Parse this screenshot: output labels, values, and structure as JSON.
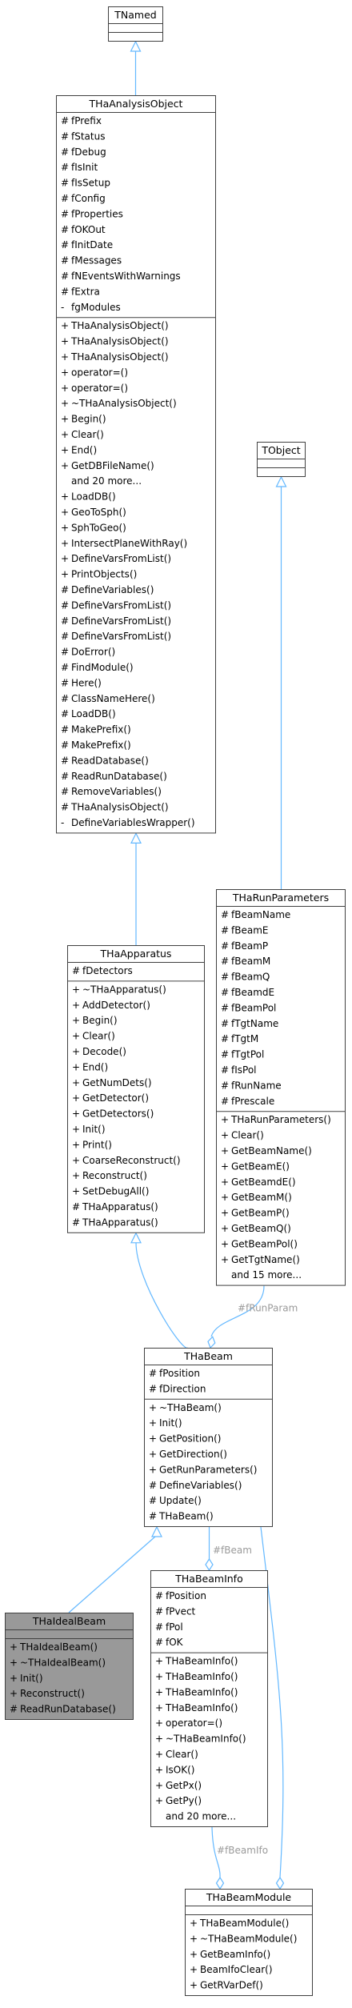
{
  "classes": {
    "tnamed": {
      "title": "TNamed",
      "attrs": [],
      "methods": []
    },
    "thaanalysisobject": {
      "title": "THaAnalysisObject",
      "attrs": [
        {
          "v": "#",
          "n": "fPrefix"
        },
        {
          "v": "#",
          "n": "fStatus"
        },
        {
          "v": "#",
          "n": "fDebug"
        },
        {
          "v": "#",
          "n": "fIsInit"
        },
        {
          "v": "#",
          "n": "fIsSetup"
        },
        {
          "v": "#",
          "n": "fConfig"
        },
        {
          "v": "#",
          "n": "fProperties"
        },
        {
          "v": "#",
          "n": "fOKOut"
        },
        {
          "v": "#",
          "n": "fInitDate"
        },
        {
          "v": "#",
          "n": "fMessages"
        },
        {
          "v": "#",
          "n": "fNEventsWithWarnings"
        },
        {
          "v": "#",
          "n": "fExtra"
        },
        {
          "v": "-",
          "n": "fgModules"
        }
      ],
      "methods": [
        {
          "v": "+",
          "n": "THaAnalysisObject()"
        },
        {
          "v": "+",
          "n": "THaAnalysisObject()"
        },
        {
          "v": "+",
          "n": "THaAnalysisObject()"
        },
        {
          "v": "+",
          "n": "operator=()"
        },
        {
          "v": "+",
          "n": "operator=()"
        },
        {
          "v": "+",
          "n": "~THaAnalysisObject()"
        },
        {
          "v": "+",
          "n": "Begin()"
        },
        {
          "v": "+",
          "n": "Clear()"
        },
        {
          "v": "+",
          "n": "End()"
        },
        {
          "v": "+",
          "n": "GetDBFileName()"
        },
        {
          "v": "",
          "n": "and 20 more..."
        },
        {
          "v": "+",
          "n": "LoadDB()"
        },
        {
          "v": "+",
          "n": "GeoToSph()"
        },
        {
          "v": "+",
          "n": "SphToGeo()"
        },
        {
          "v": "+",
          "n": "IntersectPlaneWithRay()"
        },
        {
          "v": "+",
          "n": "DefineVarsFromList()"
        },
        {
          "v": "+",
          "n": "PrintObjects()"
        },
        {
          "v": "#",
          "n": "DefineVariables()"
        },
        {
          "v": "#",
          "n": "DefineVarsFromList()"
        },
        {
          "v": "#",
          "n": "DefineVarsFromList()"
        },
        {
          "v": "#",
          "n": "DefineVarsFromList()"
        },
        {
          "v": "#",
          "n": "DoError()"
        },
        {
          "v": "#",
          "n": "FindModule()"
        },
        {
          "v": "#",
          "n": "Here()"
        },
        {
          "v": "#",
          "n": "ClassNameHere()"
        },
        {
          "v": "#",
          "n": "LoadDB()"
        },
        {
          "v": "#",
          "n": "MakePrefix()"
        },
        {
          "v": "#",
          "n": "MakePrefix()"
        },
        {
          "v": "#",
          "n": "ReadDatabase()"
        },
        {
          "v": "#",
          "n": "ReadRunDatabase()"
        },
        {
          "v": "#",
          "n": "RemoveVariables()"
        },
        {
          "v": "#",
          "n": "THaAnalysisObject()"
        },
        {
          "v": "-",
          "n": "DefineVariablesWrapper()"
        }
      ]
    },
    "tobject": {
      "title": "TObject",
      "attrs": [],
      "methods": []
    },
    "thaapparatus": {
      "title": "THaApparatus",
      "attrs": [
        {
          "v": "#",
          "n": "fDetectors"
        }
      ],
      "methods": [
        {
          "v": "+",
          "n": "~THaApparatus()"
        },
        {
          "v": "+",
          "n": "AddDetector()"
        },
        {
          "v": "+",
          "n": "Begin()"
        },
        {
          "v": "+",
          "n": "Clear()"
        },
        {
          "v": "+",
          "n": "Decode()"
        },
        {
          "v": "+",
          "n": "End()"
        },
        {
          "v": "+",
          "n": "GetNumDets()"
        },
        {
          "v": "+",
          "n": "GetDetector()"
        },
        {
          "v": "+",
          "n": "GetDetectors()"
        },
        {
          "v": "+",
          "n": "Init()"
        },
        {
          "v": "+",
          "n": "Print()"
        },
        {
          "v": "+",
          "n": "CoarseReconstruct()"
        },
        {
          "v": "+",
          "n": "Reconstruct()"
        },
        {
          "v": "+",
          "n": "SetDebugAll()"
        },
        {
          "v": "#",
          "n": "THaApparatus()"
        },
        {
          "v": "#",
          "n": "THaApparatus()"
        }
      ]
    },
    "tharunparameters": {
      "title": "THaRunParameters",
      "attrs": [
        {
          "v": "#",
          "n": "fBeamName"
        },
        {
          "v": "#",
          "n": "fBeamE"
        },
        {
          "v": "#",
          "n": "fBeamP"
        },
        {
          "v": "#",
          "n": "fBeamM"
        },
        {
          "v": "#",
          "n": "fBeamQ"
        },
        {
          "v": "#",
          "n": "fBeamdE"
        },
        {
          "v": "#",
          "n": "fBeamPol"
        },
        {
          "v": "#",
          "n": "fTgtName"
        },
        {
          "v": "#",
          "n": "fTgtM"
        },
        {
          "v": "#",
          "n": "fTgtPol"
        },
        {
          "v": "#",
          "n": "fIsPol"
        },
        {
          "v": "#",
          "n": "fRunName"
        },
        {
          "v": "#",
          "n": "fPrescale"
        }
      ],
      "methods": [
        {
          "v": "+",
          "n": "THaRunParameters()"
        },
        {
          "v": "+",
          "n": "Clear()"
        },
        {
          "v": "+",
          "n": "GetBeamName()"
        },
        {
          "v": "+",
          "n": "GetBeamE()"
        },
        {
          "v": "+",
          "n": "GetBeamdE()"
        },
        {
          "v": "+",
          "n": "GetBeamM()"
        },
        {
          "v": "+",
          "n": "GetBeamP()"
        },
        {
          "v": "+",
          "n": "GetBeamQ()"
        },
        {
          "v": "+",
          "n": "GetBeamPol()"
        },
        {
          "v": "+",
          "n": "GetTgtName()"
        },
        {
          "v": "",
          "n": "and 15 more..."
        }
      ]
    },
    "thabeam": {
      "title": "THaBeam",
      "attrs": [
        {
          "v": "#",
          "n": "fPosition"
        },
        {
          "v": "#",
          "n": "fDirection"
        }
      ],
      "methods": [
        {
          "v": "+",
          "n": "~THaBeam()"
        },
        {
          "v": "+",
          "n": "Init()"
        },
        {
          "v": "+",
          "n": "GetPosition()"
        },
        {
          "v": "+",
          "n": "GetDirection()"
        },
        {
          "v": "+",
          "n": "GetRunParameters()"
        },
        {
          "v": "#",
          "n": "DefineVariables()"
        },
        {
          "v": "#",
          "n": "Update()"
        },
        {
          "v": "#",
          "n": "THaBeam()"
        }
      ]
    },
    "thaidealbeam": {
      "title": "THaIdealBeam",
      "attrs": [],
      "methods": [
        {
          "v": "+",
          "n": "THaIdealBeam()"
        },
        {
          "v": "+",
          "n": "~THaIdealBeam()"
        },
        {
          "v": "+",
          "n": "Init()"
        },
        {
          "v": "+",
          "n": "Reconstruct()"
        },
        {
          "v": "#",
          "n": "ReadRunDatabase()"
        }
      ]
    },
    "thabeaminfo": {
      "title": "THaBeamInfo",
      "attrs": [
        {
          "v": "#",
          "n": "fPosition"
        },
        {
          "v": "#",
          "n": "fPvect"
        },
        {
          "v": "#",
          "n": "fPol"
        },
        {
          "v": "#",
          "n": "fOK"
        }
      ],
      "methods": [
        {
          "v": "+",
          "n": "THaBeamInfo()"
        },
        {
          "v": "+",
          "n": "THaBeamInfo()"
        },
        {
          "v": "+",
          "n": "THaBeamInfo()"
        },
        {
          "v": "+",
          "n": "THaBeamInfo()"
        },
        {
          "v": "+",
          "n": "operator=()"
        },
        {
          "v": "+",
          "n": "~THaBeamInfo()"
        },
        {
          "v": "+",
          "n": "Clear()"
        },
        {
          "v": "+",
          "n": "IsOK()"
        },
        {
          "v": "+",
          "n": "GetPx()"
        },
        {
          "v": "+",
          "n": "GetPy()"
        },
        {
          "v": "",
          "n": "and 20 more..."
        }
      ]
    },
    "thabeammodule": {
      "title": "THaBeamModule",
      "attrs": [],
      "methods": [
        {
          "v": "+",
          "n": "THaBeamModule()"
        },
        {
          "v": "+",
          "n": "~THaBeamModule()"
        },
        {
          "v": "+",
          "n": "GetBeamInfo()"
        },
        {
          "v": "+",
          "n": "BeamIfoClear()"
        },
        {
          "v": "+",
          "n": "GetRVarDef()"
        }
      ]
    }
  },
  "edge_labels": {
    "runparam": "#fRunParam",
    "beam": "#fBeam",
    "beaminfo": "#fBeamIfo"
  },
  "colors": {
    "edge": "#63b8ff",
    "edge_label": "#9a9a9a",
    "highlight": "#999999"
  }
}
